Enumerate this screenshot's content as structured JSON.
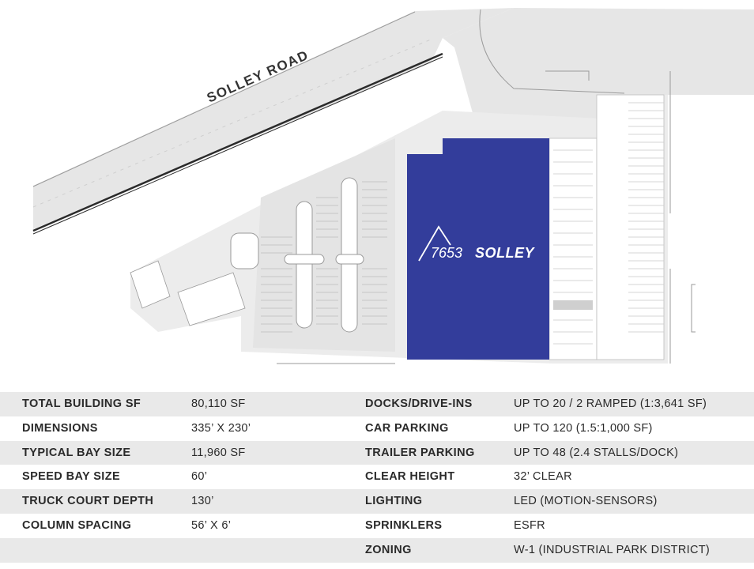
{
  "site_plan": {
    "road_label": "SOLLEY ROAD",
    "building_logo_number": "7653",
    "building_logo_name": "SOLLEY",
    "building_color": "#333d9b"
  },
  "specs": {
    "left": [
      {
        "label": "TOTAL BUILDING SF",
        "value": "80,110 SF"
      },
      {
        "label": "DIMENSIONS",
        "value": "335’ X 230’"
      },
      {
        "label": "TYPICAL BAY SIZE",
        "value": "11,960 SF"
      },
      {
        "label": "SPEED BAY SIZE",
        "value": "60’"
      },
      {
        "label": "TRUCK COURT DEPTH",
        "value": "130’"
      },
      {
        "label": "COLUMN SPACING",
        "value": "56’ X 6’"
      }
    ],
    "right": [
      {
        "label": "DOCKS/DRIVE-INS",
        "value": "UP TO 20 / 2 RAMPED (1:3,641 SF)"
      },
      {
        "label": "CAR PARKING",
        "value": "UP TO 120 (1.5:1,000 SF)"
      },
      {
        "label": "TRAILER PARKING",
        "value": "UP TO 48 (2.4 STALLS/DOCK)"
      },
      {
        "label": "CLEAR HEIGHT",
        "value": "32’ CLEAR"
      },
      {
        "label": "LIGHTING",
        "value": "LED (MOTION-SENSORS)"
      },
      {
        "label": "SPRINKLERS",
        "value": "ESFR"
      },
      {
        "label": "ZONING",
        "value": "W-1 (INDUSTRIAL PARK DISTRICT)"
      }
    ]
  }
}
